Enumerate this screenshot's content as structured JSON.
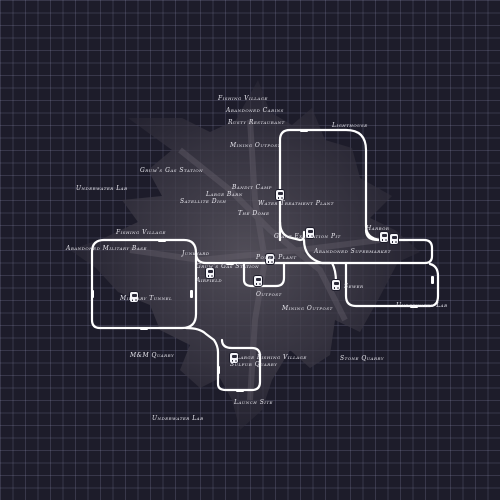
{
  "map": {
    "labels": [
      "Fishing Village",
      "Abandoned Cabins",
      "Rusty Restaurant",
      "Lighthouse",
      "Mining Outpost",
      "Grum's Gas Station",
      "Underwater Lab",
      "Bandit Camp",
      "Large Barn",
      "Satellite Dish",
      "Water Treatment Plant",
      "The Dome",
      "Fishing Village",
      "Giant Excavation Pit",
      "Harbor",
      "Abandoned Military Base",
      "Junkyard",
      "Power Plant",
      "Abandoned Supermarket",
      "Grum's Gas Station",
      "Airfield",
      "Sewer",
      "Outpost",
      "Military Tunnel",
      "Mining Outpost",
      "Underwater Lab",
      "M&M Quarry",
      "Large Fishing Village",
      "Sulfur Quarry",
      "Stone Quarry",
      "Launch Site",
      "Underwater Lab"
    ],
    "colors": {
      "background": "#1d1c2a",
      "grid": "#9696b9",
      "rail": "#ffffff",
      "label": "#ecebf2",
      "terrain": "#3e3b45"
    },
    "icons": [
      "train-station-icon",
      "rail-line"
    ]
  }
}
